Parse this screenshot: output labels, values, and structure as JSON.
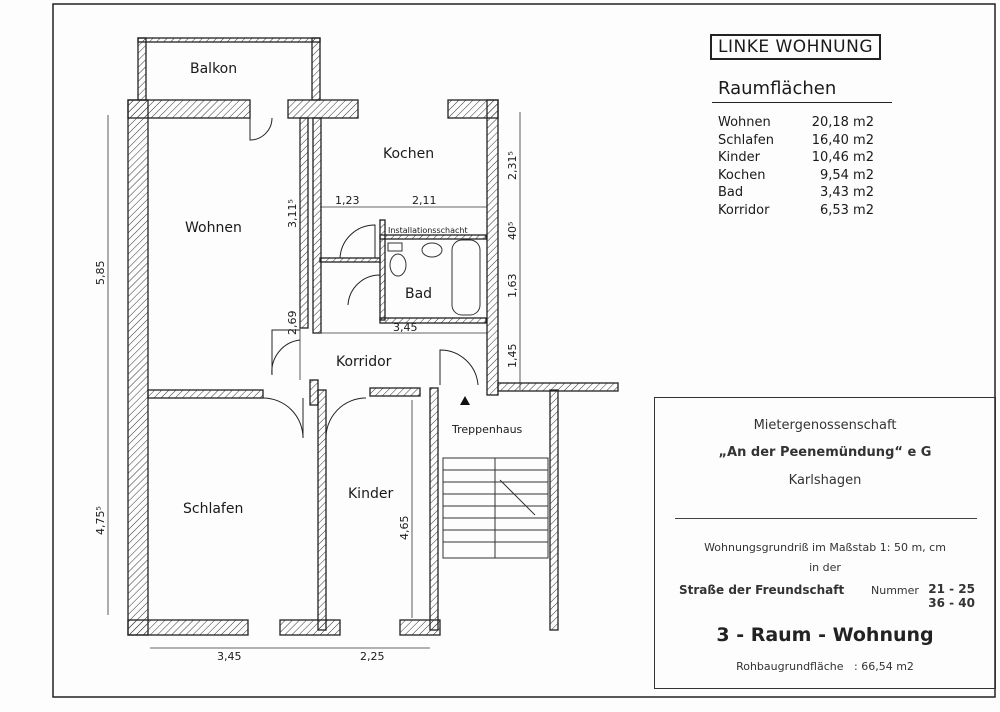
{
  "header": {
    "title": "LINKE WOHNUNG",
    "areas_title": "Raumflächen"
  },
  "areas": [
    {
      "room": "Wohnen",
      "value": "20,18 m2"
    },
    {
      "room": "Schlafen",
      "value": "16,40 m2"
    },
    {
      "room": "Kinder",
      "value": "10,46 m2"
    },
    {
      "room": "Kochen",
      "value": "9,54 m2"
    },
    {
      "room": "Bad",
      "value": "3,43 m2"
    },
    {
      "room": "Korridor",
      "value": "6,53 m2"
    }
  ],
  "rooms": {
    "balkon": "Balkon",
    "wohnen": "Wohnen",
    "kochen": "Kochen",
    "bad": "Bad",
    "installation": "Installationsschacht",
    "korridor": "Korridor",
    "schlafen": "Schlafen",
    "kinder": "Kinder",
    "treppenhaus": "Treppenhaus"
  },
  "dimensions": {
    "left_upper": "5,85",
    "left_lower": "4,75⁵",
    "wohnen_upper": "3,11⁵",
    "wohnen_lower": "2,69",
    "kinder": "4,65",
    "right_1": "2,31⁵",
    "right_2": "40⁵",
    "right_3": "1,63",
    "right_4": "1,45",
    "kitchen_a": "1,23",
    "kitchen_b": "2,11",
    "bath_width": "3,45",
    "bottom_a": "3,45",
    "bottom_b": "2,25"
  },
  "info": {
    "org1": "Mietergenossenschaft",
    "org2": "„An  der  Peenemündung“ e G",
    "city": "Karlshagen",
    "scale": "Wohnungsgrundriß  im  Maßstab   1: 50 m, cm",
    "in_der": "in der",
    "street": "Straße der Freundschaft",
    "nummer_label": "Nummer",
    "nummer1": "21 - 25",
    "nummer2": "36 - 40",
    "type": "3 - Raum - Wohnung",
    "area_label": "Rohbaugrundfläche",
    "area_value": ":    66,54  m2"
  }
}
